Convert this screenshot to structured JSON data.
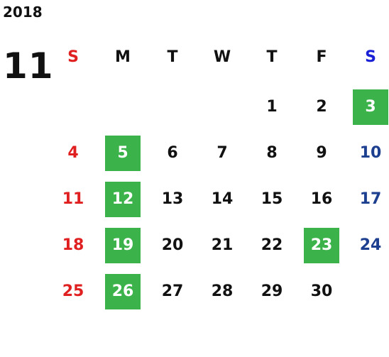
{
  "calendar": {
    "year": "2018",
    "month": "11",
    "weekdays": [
      "S",
      "M",
      "T",
      "W",
      "T",
      "F",
      "S"
    ],
    "first_weekday": 4,
    "days": [
      "1",
      "2",
      "3",
      "4",
      "5",
      "6",
      "7",
      "8",
      "9",
      "10",
      "11",
      "12",
      "13",
      "14",
      "15",
      "16",
      "17",
      "18",
      "19",
      "20",
      "21",
      "22",
      "23",
      "24",
      "25",
      "26",
      "27",
      "28",
      "29",
      "30"
    ],
    "highlighted_days": [
      "3",
      "5",
      "12",
      "19",
      "23",
      "26"
    ]
  },
  "colors": {
    "text": "#111111",
    "sunday": "#e02020",
    "saturday_header": "#1a20d6",
    "saturday": "#1d3f8f",
    "highlight_bg": "#3bb34a",
    "highlight_text": "#ffffff"
  }
}
